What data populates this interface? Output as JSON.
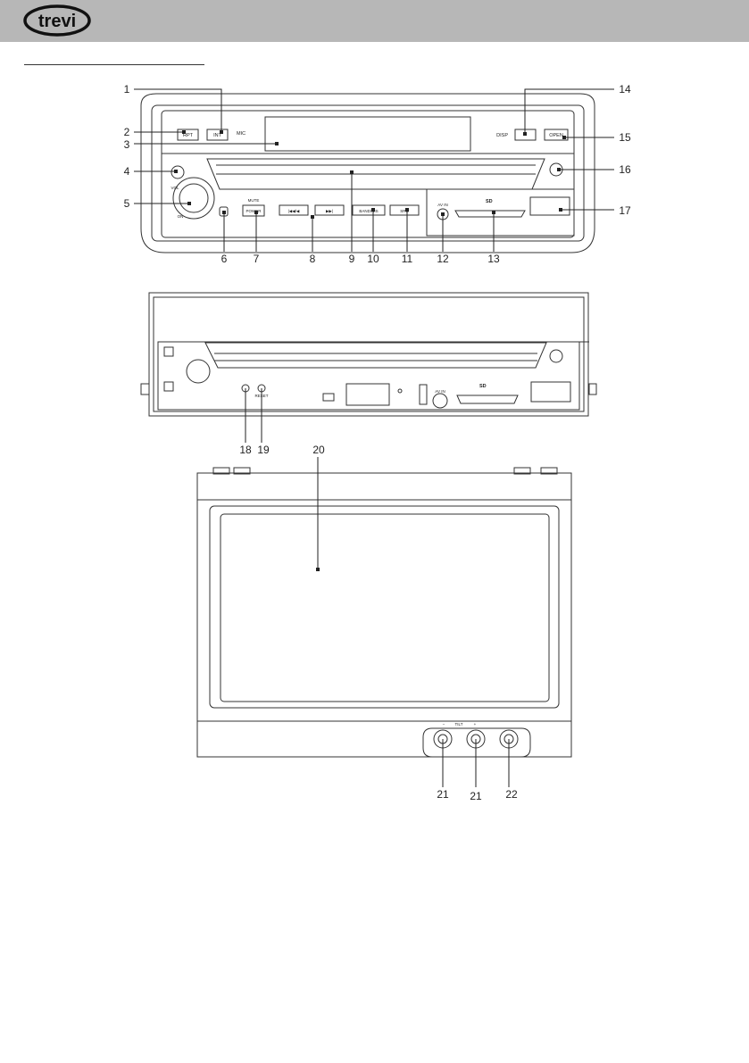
{
  "brand": "trevi",
  "callouts": [
    "1",
    "2",
    "3",
    "4",
    "5",
    "6",
    "7",
    "8",
    "9",
    "10",
    "11",
    "12",
    "13",
    "14",
    "15",
    "16",
    "17",
    "18",
    "19",
    "20",
    "21",
    "21",
    "22"
  ],
  "front_panel": {
    "buttons": {
      "rpt": "RPT",
      "int": "INT",
      "mic": "MIC",
      "disp": "DISP",
      "open": "OPEN",
      "mute": "MUTE",
      "power": "POWER",
      "prev": "|◀◀/◀",
      "next": "▶▶|",
      "band": "BAND/RIS",
      "src": "SRC",
      "avin": "AV IN",
      "on": "ON",
      "vol": "VOL"
    },
    "card_logo": "SD"
  },
  "lower_panel": {
    "reset_label": "RESET",
    "avin": "AV IN",
    "card_logo": "SD"
  },
  "monitor": {
    "tilt_label": "TILT",
    "minus": "−",
    "plus": "+"
  }
}
